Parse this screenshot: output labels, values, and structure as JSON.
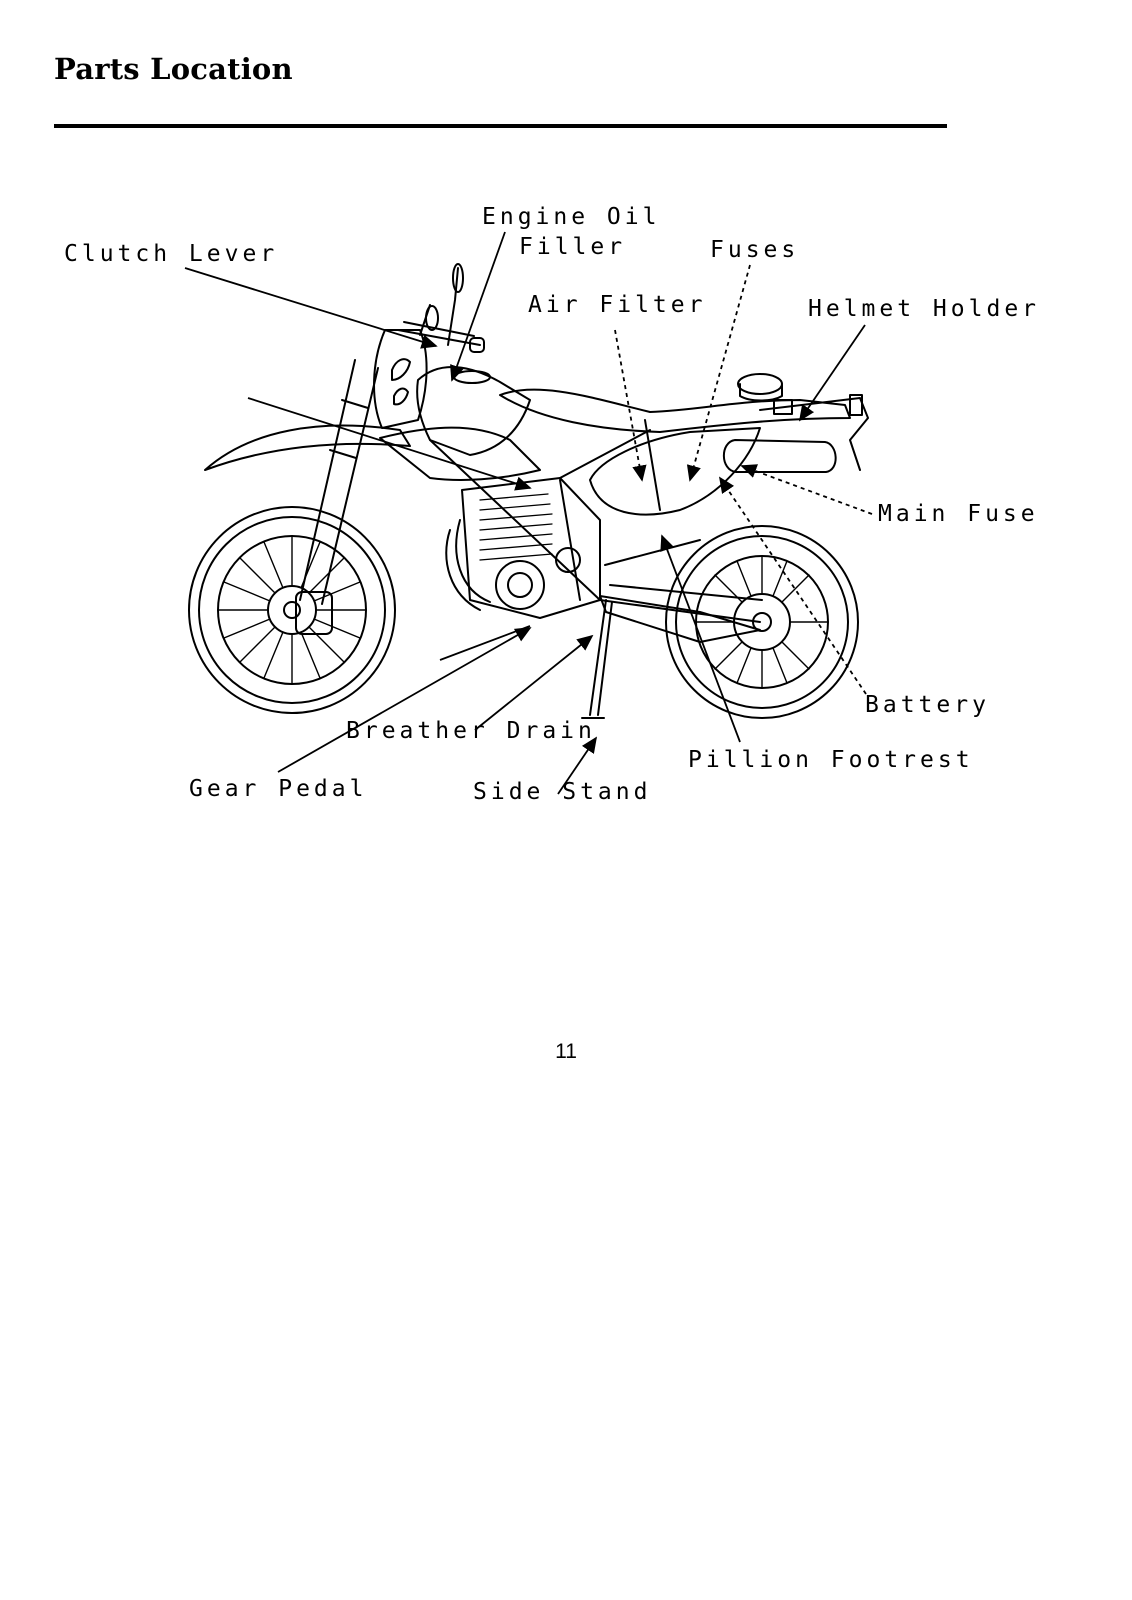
{
  "page": {
    "title": "Parts Location",
    "page_number": "11"
  },
  "diagram": {
    "callouts": {
      "clutch_lever": "Clutch Lever",
      "engine_oil_filler_line1": "Engine Oil",
      "engine_oil_filler_line2": "Filler",
      "fuses": "Fuses",
      "air_filter": "Air Filter",
      "helmet_holder": "Helmet Holder",
      "main_fuse": "Main Fuse",
      "battery": "Battery",
      "breather_drain": "Breather Drain",
      "pillion_footrest": "Pillion Footrest",
      "gear_pedal": "Gear Pedal",
      "side_stand": "Side Stand"
    }
  }
}
